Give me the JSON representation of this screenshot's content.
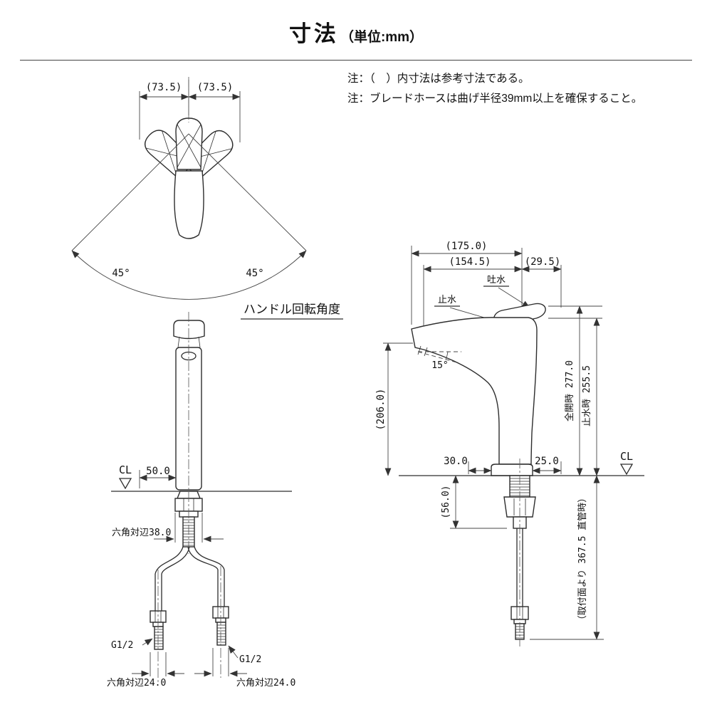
{
  "title": {
    "main": "寸法",
    "unit": "（単位:mm）"
  },
  "notes": {
    "line1": "注：（　）内寸法は参考寸法である。",
    "line2": "注：ブレードホースは曲げ半径39mm以上を確保すること。"
  },
  "handle_rotation_view": {
    "dim_left": "(73.5)",
    "dim_right": "(73.5)",
    "angle_left": "45°",
    "angle_right": "45°",
    "caption": "ハンドル回転角度"
  },
  "front_view": {
    "centerline_label": "CL",
    "dim_offset": "50.0",
    "hex_width": "六角対辺38.0",
    "thread_left": "G1/2",
    "thread_right": "G1/2",
    "hex_left": "六角対辺24.0",
    "hex_right": "六角対辺24.0"
  },
  "side_view": {
    "dim_total_reach": "(175.0)",
    "dim_spout_reach": "(154.5)",
    "dim_back": "(29.5)",
    "label_discharge": "吐水",
    "label_stop": "止水",
    "angle_spout": "15°",
    "dim_height": "(206.0)",
    "dim_full_open": "全開時 277.0",
    "dim_stop": "止水時 255.5",
    "dim_front_offset": "30.0",
    "dim_back_offset": "25.0",
    "centerline_label": "CL",
    "dim_under_counter": "(56.0)",
    "hose_note": "（取付面より 367.5 直管時）"
  }
}
